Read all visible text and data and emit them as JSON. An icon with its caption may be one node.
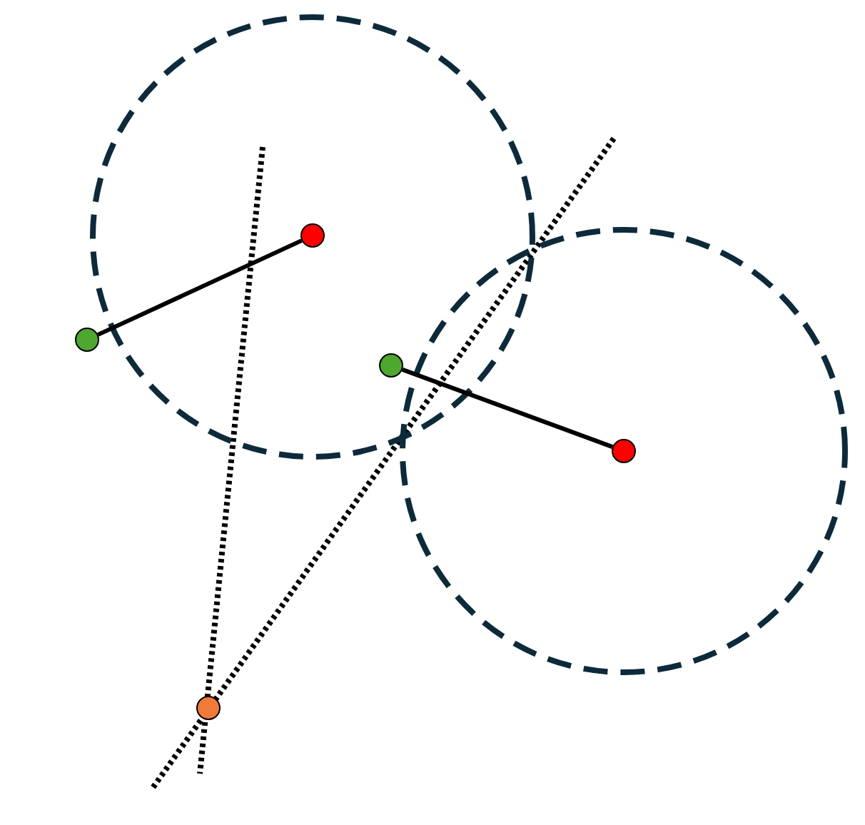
{
  "diagram": {
    "nodes": [
      {
        "text": [],
        "shape": "circle"
      },
      {
        "text": [],
        "shape": "circle"
      },
      {
        "text": [],
        "shape": "circle",
        "in": 0
      },
      {
        "text": [],
        "shape": "circle"
      },
      {
        "text": [],
        "shape": "circle",
        "in": 0
      },
      {
        "text": [],
        "shape": "circle",
        "in": 1
      },
      {
        "text": [],
        "shape": "circle"
      }
    ],
    "edges": [
      {
        "from": 3,
        "to": 2,
        "arrow": "none"
      },
      {
        "from": 4,
        "to": 5,
        "arrow": "none"
      }
    ]
  }
}
